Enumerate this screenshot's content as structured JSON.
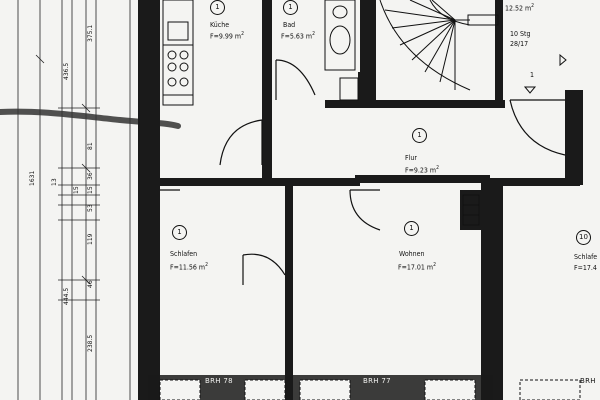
{
  "rooms": {
    "kueche": {
      "number": "1",
      "name": "Küche",
      "area": "F=9.99 m",
      "unit": "2"
    },
    "bad": {
      "number": "1",
      "name": "Bad",
      "area": "F=5.63 m",
      "unit": "2"
    },
    "flur": {
      "number": "1",
      "name": "Flur",
      "area": "F=9.23 m",
      "unit": "2"
    },
    "schlafen": {
      "number": "1",
      "name": "Schlafen",
      "area": "F=11.56 m",
      "unit": "2"
    },
    "wohnen": {
      "number": "1",
      "name": "Wohnen",
      "area": "F=17.01 m",
      "unit": "2"
    },
    "schlafen_right": {
      "number": "10",
      "name": "Schlafe",
      "area": "F=17.4"
    },
    "stair": {
      "area": "12.52 m",
      "unit": "2",
      "label": "10 Stg",
      "ratio": "28/17",
      "number": "1"
    }
  },
  "brh": [
    "BRH 78",
    "BRH 77",
    "BRH"
  ],
  "dimensions": [
    "436.5",
    "375.1",
    "81",
    "36",
    "15",
    "15",
    "53",
    "119",
    "1631",
    "13",
    "444.5",
    "46",
    "238.5"
  ],
  "colors": {
    "wall": "#1a1a1a",
    "paper": "#f4f4f2",
    "ink": "#111111"
  }
}
